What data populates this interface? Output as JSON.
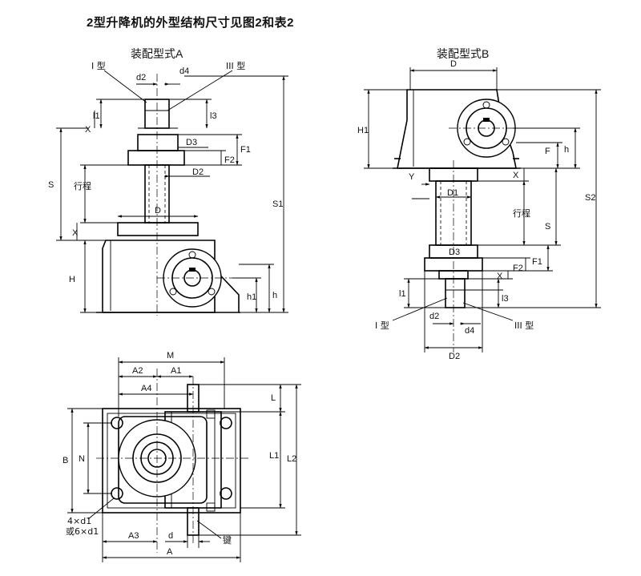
{
  "title": "2型升降机的外型结构尺寸见图2和表2",
  "view_a": {
    "caption": "装配型式A",
    "labels": {
      "type1": "I 型",
      "type3": "III 型",
      "d2": "d2",
      "d4": "d4",
      "l1": "l1",
      "l3": "l3",
      "x_top": "X",
      "D3": "D3",
      "F2": "F2",
      "F1": "F1",
      "D2": "D2",
      "S": "S",
      "stroke": "行程",
      "D": "D",
      "x_mid": "X",
      "S1": "S1",
      "H": "H",
      "h1": "h1",
      "h": "h"
    }
  },
  "view_b": {
    "caption": "装配型式B",
    "labels": {
      "D": "D",
      "H1": "H1",
      "F": "F",
      "h": "h",
      "Y": "Y",
      "X": "X",
      "D1": "D1",
      "stroke": "行程",
      "S": "S",
      "S2": "S2",
      "D3": "D3",
      "F1": "F1",
      "F2": "F2",
      "X2": "X",
      "l1": "l1",
      "l3": "l3",
      "type1": "I 型",
      "type3": "III 型",
      "d2": "d2",
      "d4": "d4",
      "D2": "D2"
    }
  },
  "view_plan": {
    "labels": {
      "M": "M",
      "A2": "A2",
      "A1": "A1",
      "A4": "A4",
      "L": "L",
      "B": "B",
      "N": "N",
      "L1": "L1",
      "L2": "L2",
      "holes": "4×d1",
      "holes_alt": "或6×d1",
      "A3": "A3",
      "d": "d",
      "key": "键",
      "A": "A"
    }
  }
}
